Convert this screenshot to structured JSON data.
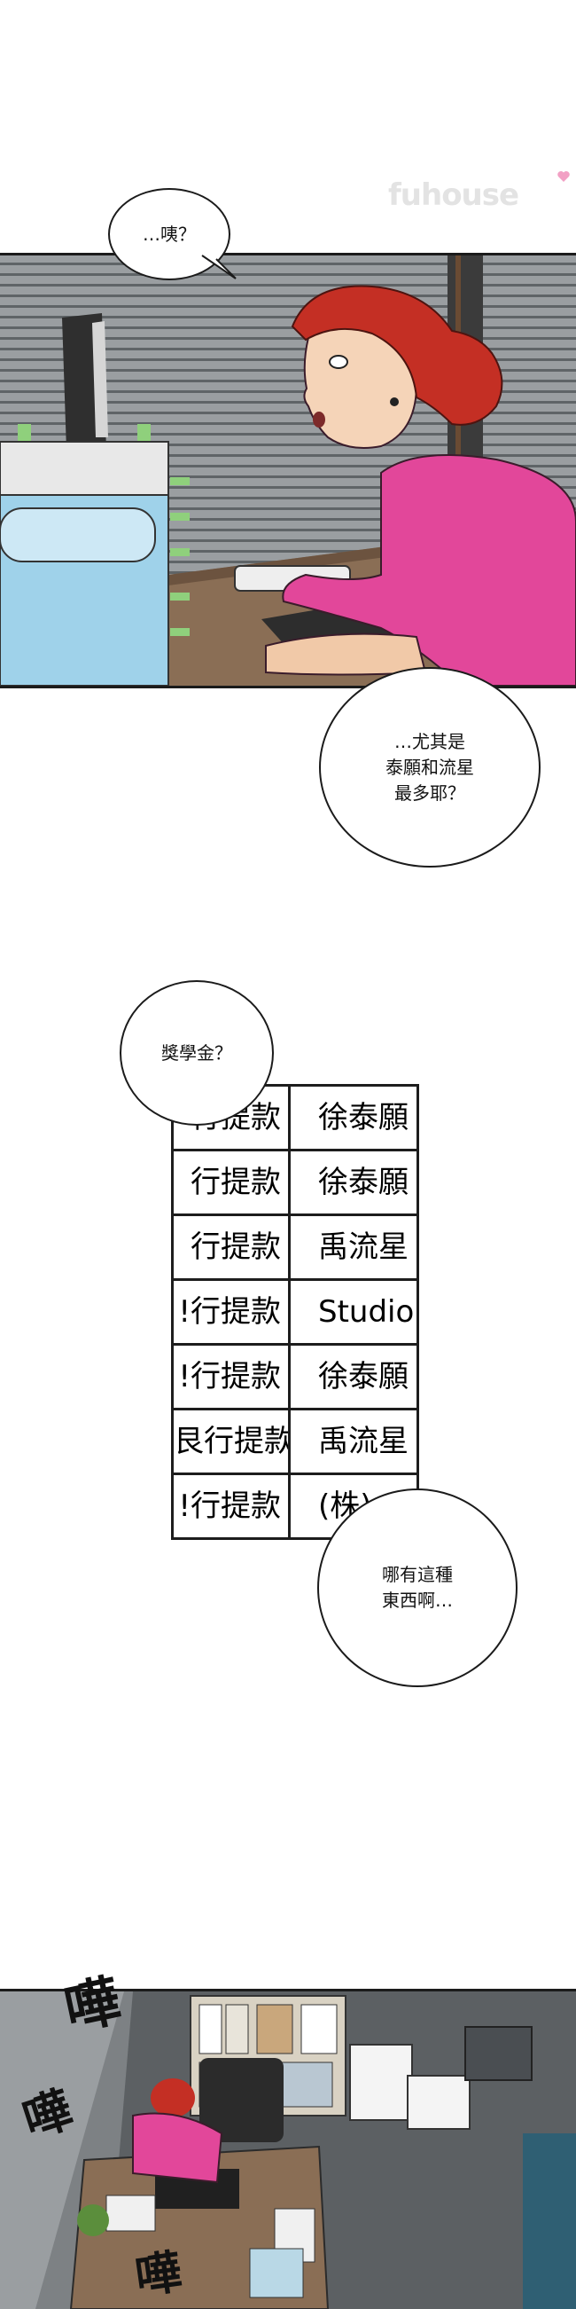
{
  "watermark": {
    "text": "fuhouse"
  },
  "bubbles": {
    "b1": "…咦？",
    "b2": "…尤其是\n泰願和流星\n最多耶？",
    "b3": "獎學金？",
    "b4": "哪有這種\n東西啊…"
  },
  "table": {
    "rows": [
      {
        "c1": "行提款",
        "c2": "徐泰願"
      },
      {
        "c1": "行提款",
        "c2": "徐泰願"
      },
      {
        "c1": "行提款",
        "c2": "禹流星"
      },
      {
        "c1": "!行提款",
        "c2": "Studio"
      },
      {
        "c1": "!行提款",
        "c2": "徐泰願"
      },
      {
        "c1": "艮行提款",
        "c2": "禹流星"
      },
      {
        "c1": "!行提款",
        "c2": "(株)"
      }
    ]
  },
  "sfx": {
    "s1": "嘩",
    "s2": "嘩",
    "s3": "嘩"
  },
  "colors": {
    "hair": "#c42f24",
    "shirt": "#e2479a",
    "blinds": "#8c9093",
    "cabinet": "#9fd2ea",
    "desk": "#8a6e55"
  }
}
